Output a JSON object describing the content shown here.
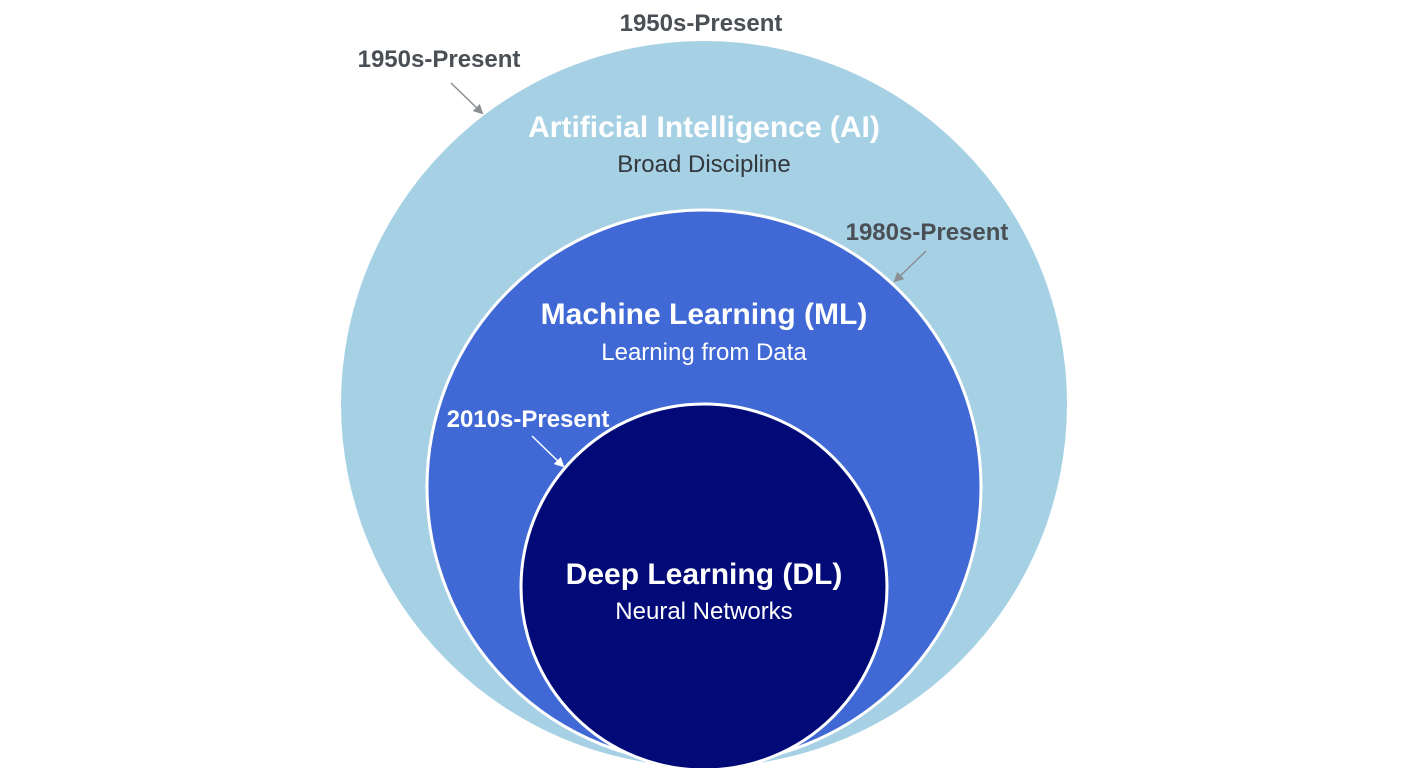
{
  "diagram": {
    "type": "nested-venn",
    "colors": {
      "background": "#ffffff",
      "ai_fill": "#a6d1e4",
      "ml_fill": "#4169d6",
      "dl_fill": "#020a78",
      "ring_stroke": "#ffffff",
      "label_dark": "#4a4f55",
      "label_light": "#ffffff",
      "arrow_gray": "#8a8f94"
    },
    "top_label": "1950s-Present",
    "circles": [
      {
        "id": "ai",
        "title": "Artificial Intelligence (AI)",
        "subtitle": "Broad Discipline",
        "era": "1950s-Present"
      },
      {
        "id": "ml",
        "title": "Machine Learning (ML)",
        "subtitle": "Learning from Data",
        "era": "1980s-Present"
      },
      {
        "id": "dl",
        "title": "Deep Learning (DL)",
        "subtitle": "Neural Networks",
        "era": "2010s-Present"
      }
    ]
  }
}
